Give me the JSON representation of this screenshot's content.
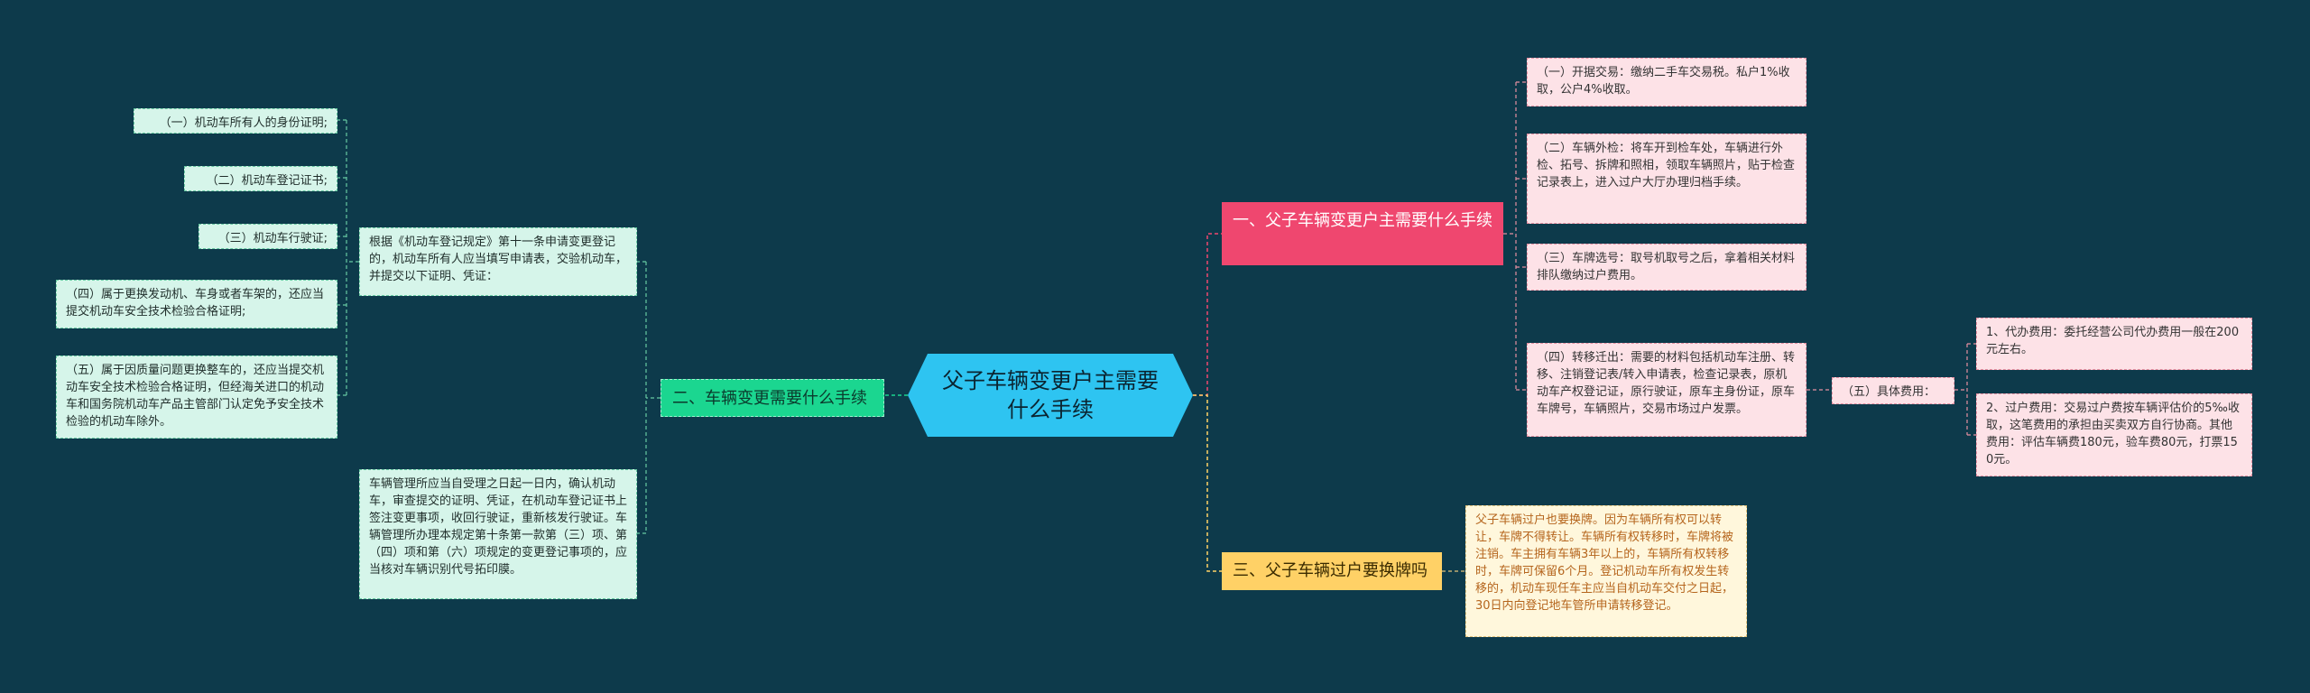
{
  "root": {
    "title": "父子车辆变更户主需要什么手续"
  },
  "branches": {
    "b1": {
      "label": "一、父子车辆变更户主需要什么手续"
    },
    "b2": {
      "label": "二、车辆变更需要什么手续"
    },
    "b3": {
      "label": "三、父子车辆过户要换牌吗"
    }
  },
  "b1_children": [
    "（一）开据交易：缴纳二手车交易税。私户1%收取，公户4%收取。",
    "（二）车辆外检：将车开到检车处，车辆进行外检、拓号、拆牌和照相，领取车辆照片，贴于检查记录表上，进入过户大厅办理归档手续。",
    "（三）车牌选号：取号机取号之后，拿着相关材料排队缴纳过户费用。",
    "（四）转移迁出：需要的材料包括机动车注册、转移、注销登记表/转入申请表，检查记录表，原机动车产权登记证，原行驶证，原车主身份证，原车车牌号，车辆照片，交易市场过户发票。"
  ],
  "fee": {
    "label": "（五）具体费用：",
    "items": [
      "1、代办费用：委托经营公司代办费用一般在200元左右。",
      "2、过户费用：交易过户费按车辆评估价的5‰收取，这笔费用的承担由买卖双方自行协商。其他费用：评估车辆费180元，验车费80元，打票150元。"
    ]
  },
  "b2_intro": "根据《机动车登记规定》第十一条申请变更登记的，机动车所有人应当填写申请表，交验机动车，并提交以下证明、凭证：",
  "b2_items": [
    "（一）机动车所有人的身份证明;",
    "（二）机动车登记证书;",
    "（三）机动车行驶证;",
    "（四）属于更换发动机、车身或者车架的，还应当提交机动车安全技术检验合格证明;",
    "（五）属于因质量问题更换整车的，还应当提交机动车安全技术检验合格证明，但经海关进口的机动车和国务院机动车产品主管部门认定免予安全技术检验的机动车除外。"
  ],
  "b2_process": "车辆管理所应当自受理之日起一日内，确认机动车，审查提交的证明、凭证，在机动车登记证书上签注变更事项，收回行驶证，重新核发行驶证。车辆管理所办理本规定第十条第一款第（三）项、第（四）项和第（六）项规定的变更登记事项的，应当核对车辆识别代号拓印膜。",
  "b3_detail": "父子车辆过户也要换牌。因为车辆所有权可以转让，车牌不得转让。车辆所有权转移时，车牌将被注销。车主拥有车辆3年以上的，车辆所有权转移时，车牌可保留6个月。登记机动车所有权发生转移的，机动车现任车主应当自机动车交付之日起，30日内向登记地车管所申请转移登记。",
  "colors": {
    "background": "#0d3a4b",
    "root": "#2ec4f1",
    "branch1": "#ef476f",
    "branch2": "#1bd690",
    "branch3": "#ffd166"
  }
}
